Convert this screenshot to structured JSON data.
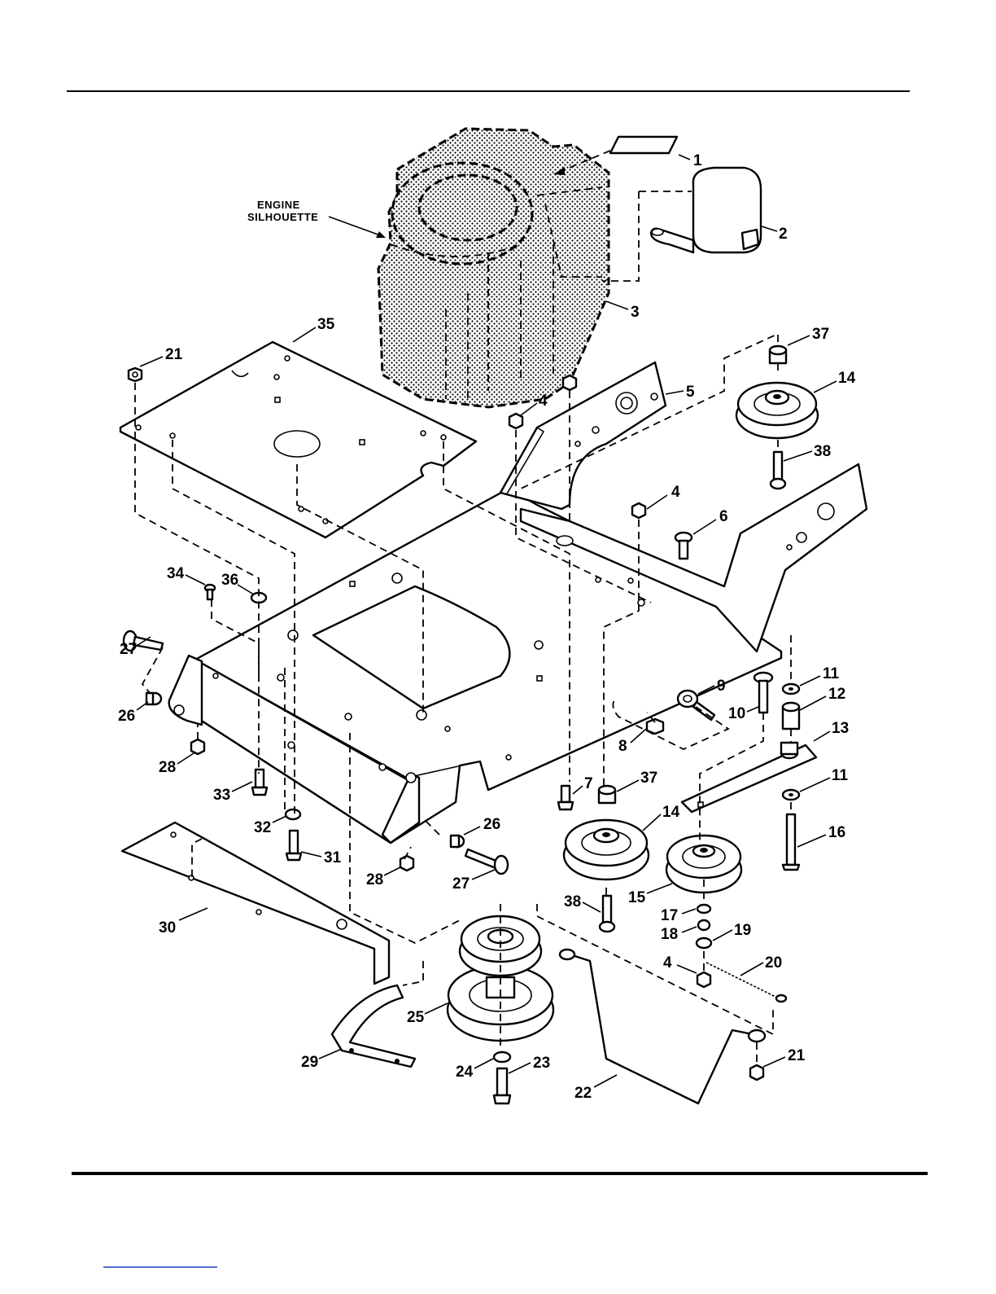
{
  "diagram": {
    "engine_note": [
      "ENGINE",
      "SILHOUETTE"
    ],
    "callouts": [
      "1",
      "2",
      "3",
      "4",
      "4",
      "4",
      "5",
      "6",
      "7",
      "8",
      "9",
      "10",
      "11",
      "11",
      "12",
      "13",
      "14",
      "14",
      "15",
      "16",
      "17",
      "18",
      "19",
      "20",
      "21",
      "21",
      "22",
      "23",
      "24",
      "25",
      "26",
      "26",
      "27",
      "27",
      "28",
      "28",
      "29",
      "30",
      "31",
      "32",
      "33",
      "34",
      "35",
      "36",
      "37",
      "37",
      "38",
      "38"
    ]
  },
  "colors": {
    "ink": "#000000",
    "paper": "#ffffff",
    "footer_link": "#1f3fbf"
  }
}
